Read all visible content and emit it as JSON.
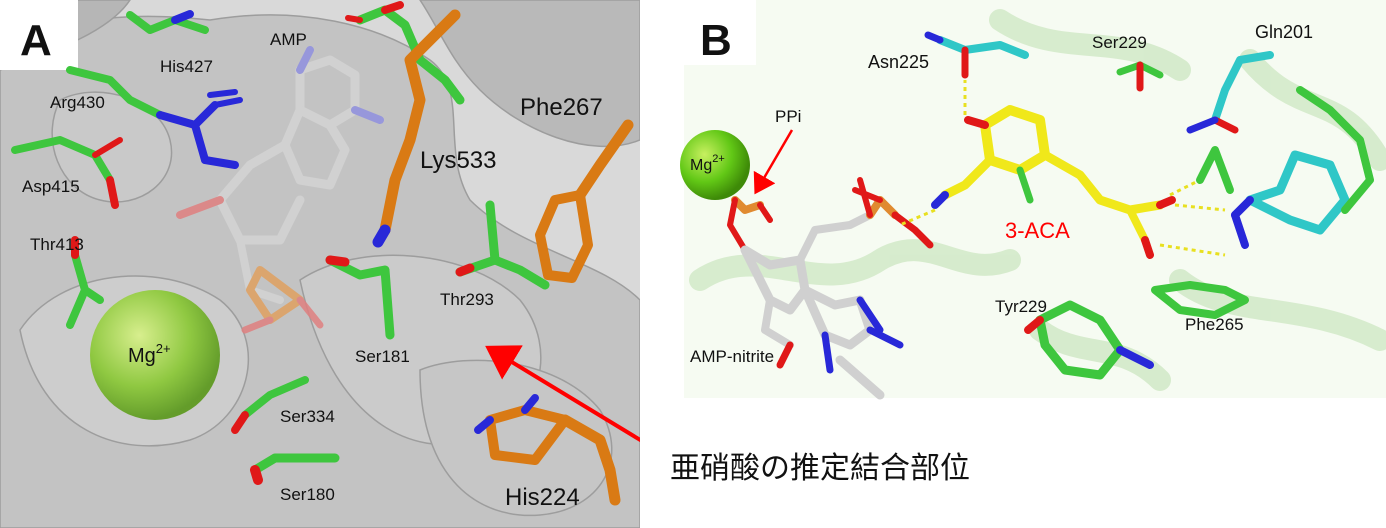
{
  "panel_a": {
    "letter": "A",
    "labels": {
      "his427": "His427",
      "amp": "AMP",
      "arg430": "Arg430",
      "phe267": "Phe267",
      "lys533": "Lys533",
      "asp415": "Asp415",
      "thr413": "Thr413",
      "thr293": "Thr293",
      "ser181": "Ser181",
      "ser334": "Ser334",
      "ser180": "Ser180",
      "his224": "His224",
      "mg": "Mg",
      "mg_charge": "2+"
    }
  },
  "panel_b": {
    "letter": "B",
    "labels": {
      "asn225": "Asn225",
      "ser229": "Ser229",
      "gln201": "Gln201",
      "ppi": "PPi",
      "mg": "Mg",
      "mg_charge": "2+",
      "aca": "3-ACA",
      "tyr229": "Tyr229",
      "phe265": "Phe265",
      "amp_nitrite": "AMP-nitrite"
    }
  },
  "annotation": {
    "text": "亜硝酸の推定結合部位"
  },
  "colors": {
    "carbon_green": "#3ec63e",
    "carbon_orange": "#d97a14",
    "carbon_grey": "#cfcfcf",
    "carbon_yellow": "#f0e81a",
    "carbon_cyan": "#2fc7c7",
    "oxygen": "#e01818",
    "nitrogen": "#2828d8",
    "phosphorus": "#e08a30",
    "magnesium": "#8cd23a",
    "surface": "#bfbfbf",
    "arrow": "#ff0000",
    "aca_label": "#ff0000"
  }
}
